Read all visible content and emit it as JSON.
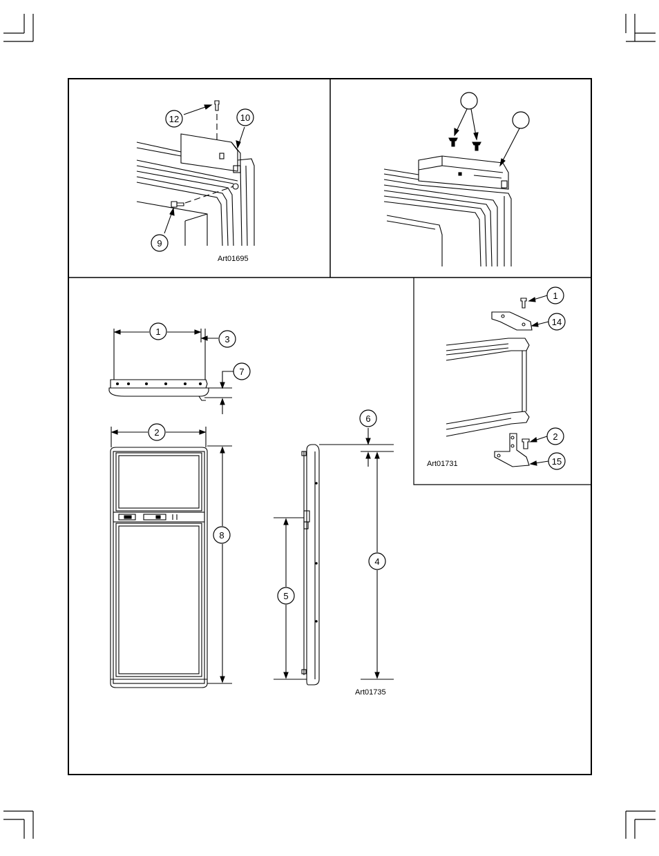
{
  "art_labels": {
    "top_left": "Art01695",
    "hinge": "Art01731",
    "dimensions": "Art01735"
  },
  "callouts": {
    "c12": "12",
    "c10": "10",
    "c9": "9",
    "top_right_a": "",
    "top_right_b": "",
    "h1": "1",
    "h14": "14",
    "h2": "2",
    "h15": "15",
    "d1": "1",
    "d2": "2",
    "d3": "3",
    "d4": "4",
    "d5": "5",
    "d6": "6",
    "d7": "7",
    "d8": "8"
  }
}
